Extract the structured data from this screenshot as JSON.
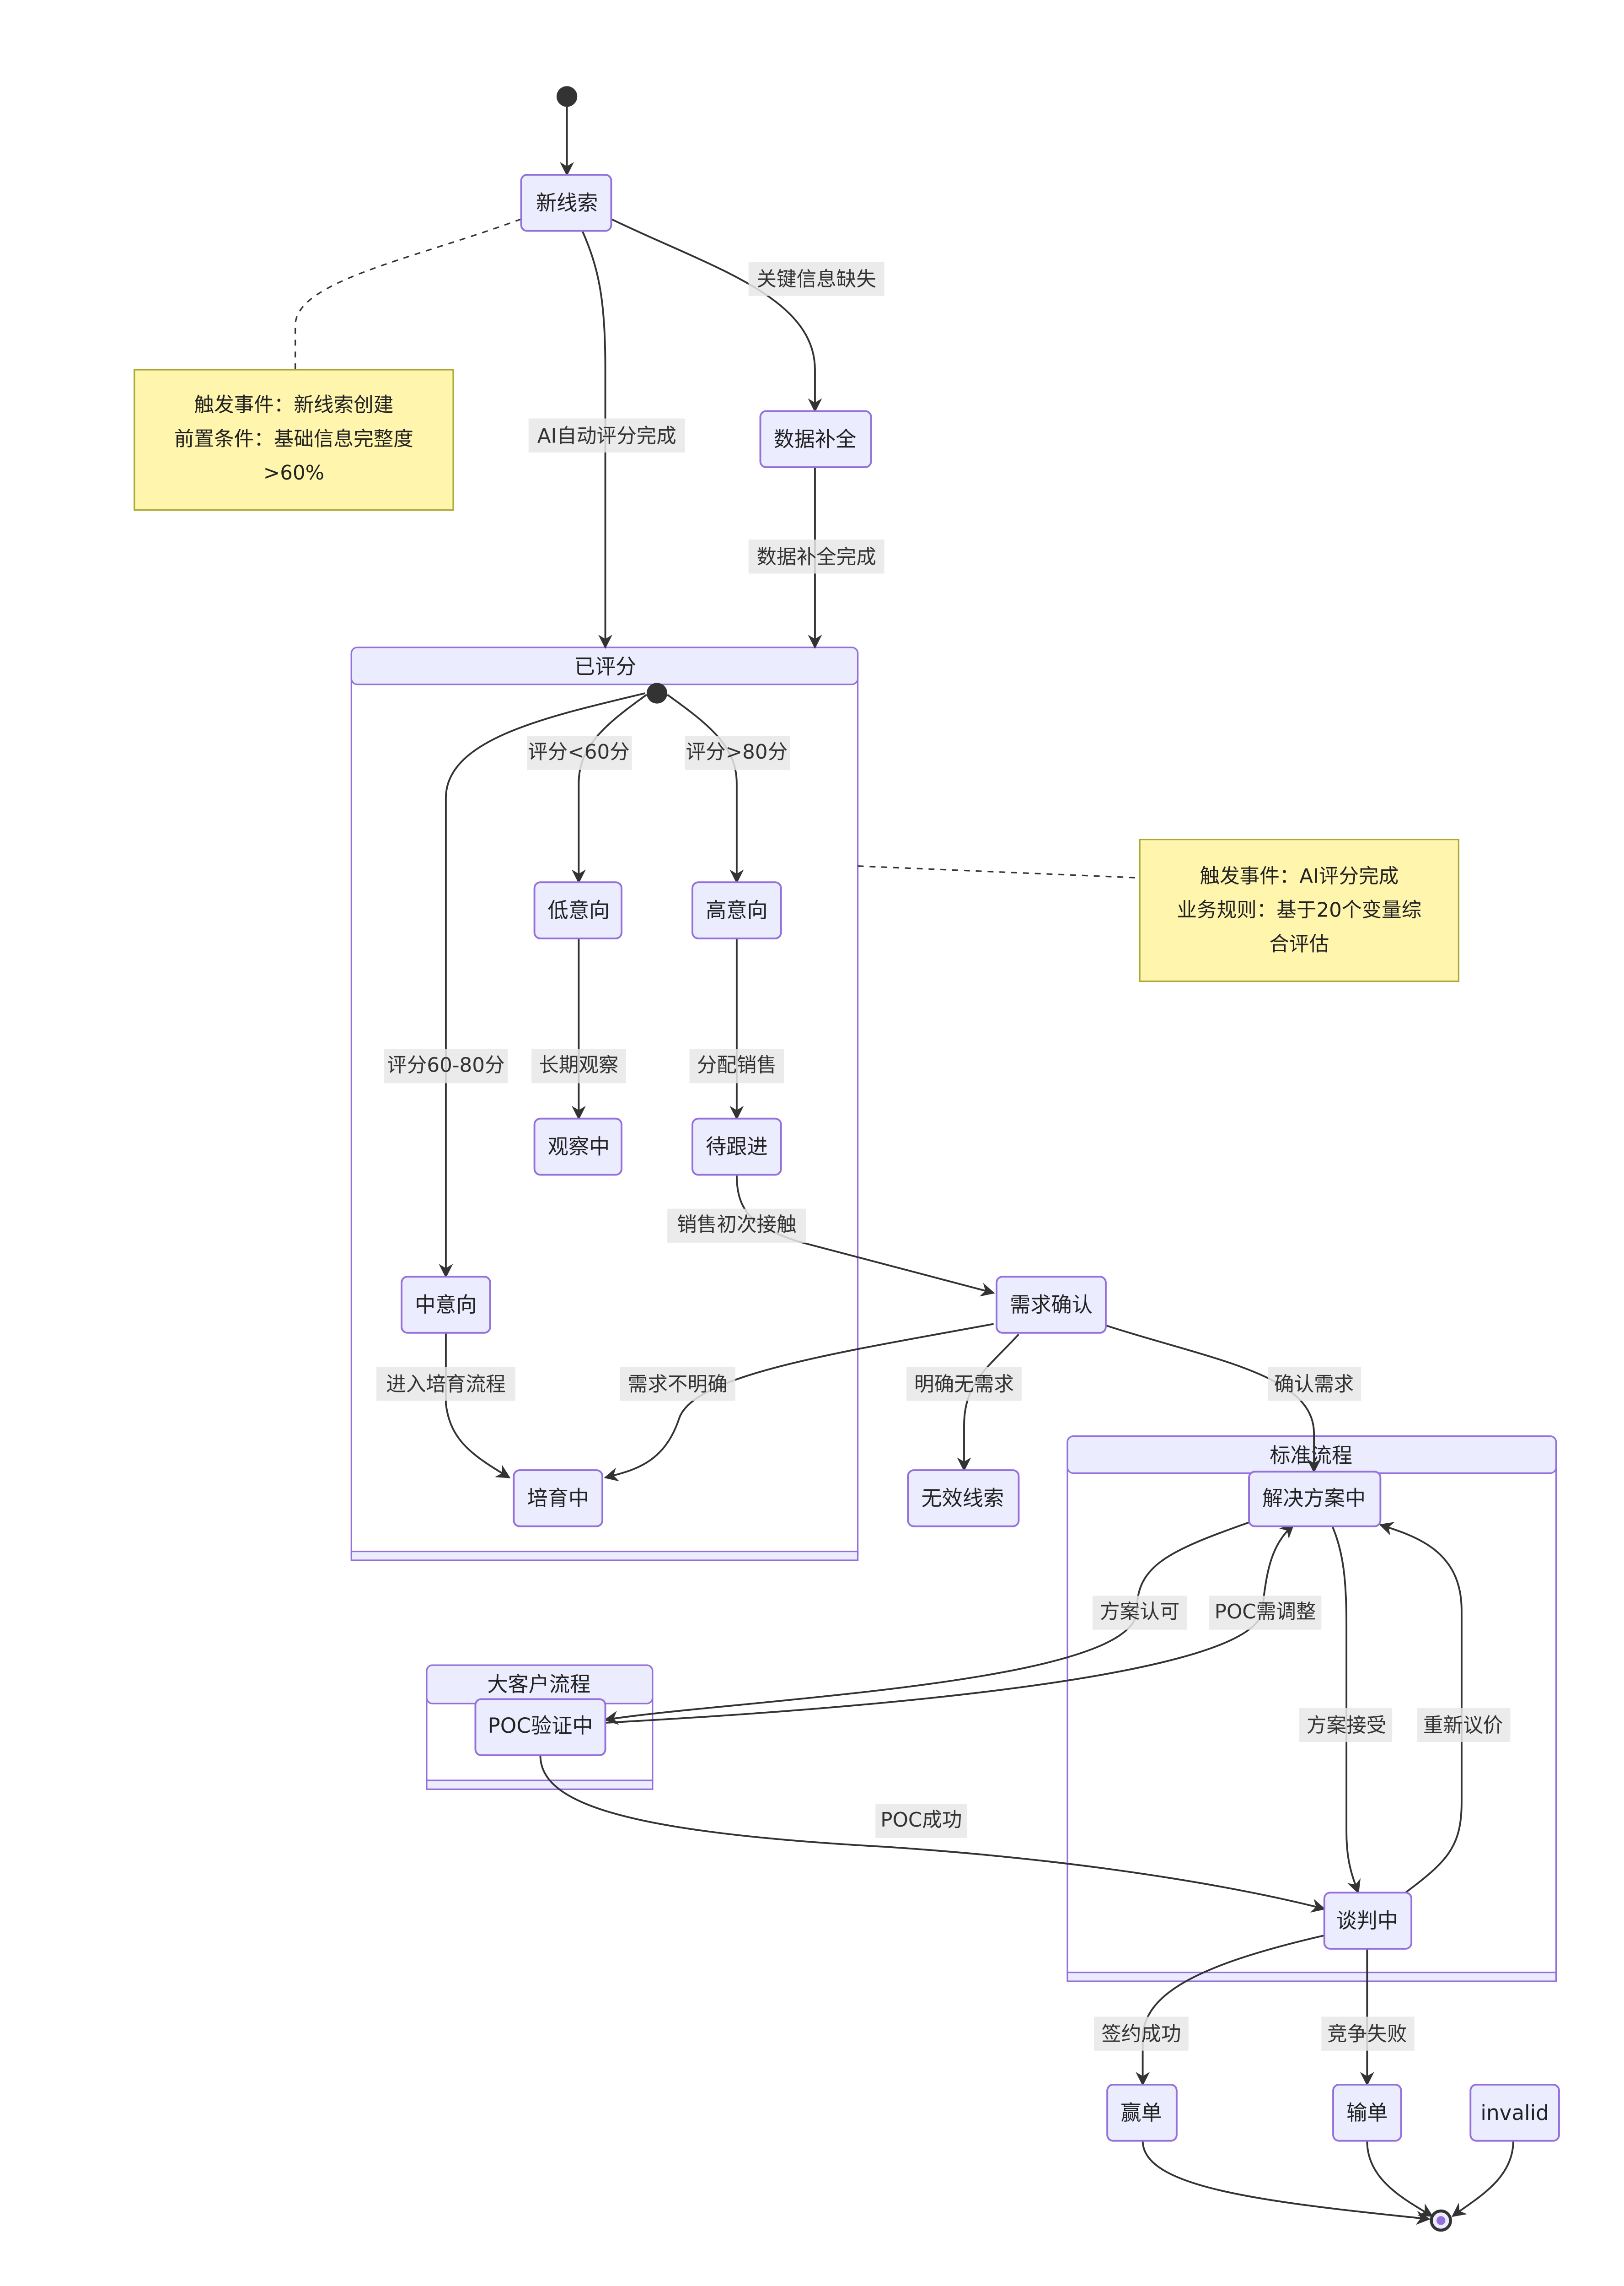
{
  "colors": {
    "node_fill": "#ECECFF",
    "node_stroke": "#9370DB",
    "note_fill": "#fff5ad",
    "note_stroke": "#aaaa33",
    "edge": "#333333",
    "label_bg": "#e8e8e8"
  },
  "clusters": {
    "scored": {
      "title": "已评分"
    },
    "standard": {
      "title": "标准流程"
    },
    "enterprise": {
      "title": "大客户流程"
    }
  },
  "states": {
    "new_lead": "新线索",
    "data_completion": "数据补全",
    "low_intent": "低意向",
    "high_intent": "高意向",
    "observing": "观察中",
    "pending_follow": "待跟进",
    "mid_intent": "中意向",
    "nurturing": "培育中",
    "need_confirm": "需求确认",
    "invalid_lead": "无效线索",
    "solution": "解决方案中",
    "poc": "POC验证中",
    "negotiating": "谈判中",
    "won": "赢单",
    "lost": "输单",
    "invalid": "invalid"
  },
  "transitions": {
    "key_info_missing": "关键信息缺失",
    "ai_scored": "AI自动评分完成",
    "data_done": "数据补全完成",
    "score_lt60": "评分<60分",
    "score_gt80": "评分>80分",
    "score_60_80": "评分60-80分",
    "long_observe": "长期观察",
    "assign_sales": "分配销售",
    "first_contact": "销售初次接触",
    "into_nurture": "进入培育流程",
    "need_unclear": "需求不明确",
    "no_need": "明确无需求",
    "need_confirmed": "确认需求",
    "solution_approved": "方案认可",
    "poc_adjust": "POC需调整",
    "solution_accepted": "方案接受",
    "reprice": "重新议价",
    "poc_success": "POC成功",
    "signed": "签约成功",
    "competition_lost": "竞争失败"
  },
  "notes": {
    "note1": {
      "line1": "触发事件：新线索创建",
      "line2": "前置条件：基础信息完整度",
      "line3": ">60%"
    },
    "note2": {
      "line1": "触发事件：AI评分完成",
      "line2": "业务规则：基于20个变量综",
      "line3": "合评估"
    }
  }
}
